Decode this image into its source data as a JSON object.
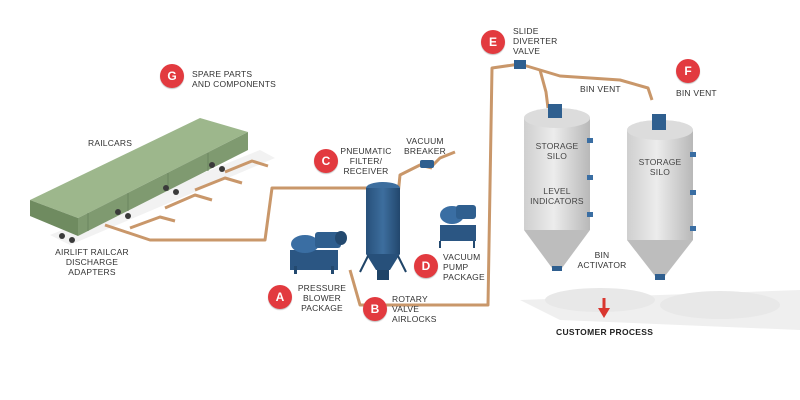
{
  "colors": {
    "pipe": "#c9976a",
    "badge": "#e23a3f",
    "equipment_blue": "#2f5f8f",
    "silo": "#d9d9d9",
    "railcar": "#8aa37a",
    "arrow": "#d9362f"
  },
  "components": {
    "a": {
      "letter": "A",
      "label": "PRESSURE\nBLOWER\nPACKAGE"
    },
    "b": {
      "letter": "B",
      "label": "ROTARY\nVALVE\nAIRLOCKS"
    },
    "c": {
      "letter": "C",
      "label": "PNEUMATIC\nFILTER/\nRECEIVER"
    },
    "d": {
      "letter": "D",
      "label": "VACUUM\nPUMP\nPACKAGE"
    },
    "e": {
      "letter": "E",
      "label": "SLIDE\nDIVERTER\nVALVE"
    },
    "f": {
      "letter": "F",
      "label": "BIN VENT"
    },
    "g": {
      "letter": "G",
      "label": "SPARE PARTS\nAND COMPONENTS"
    }
  },
  "labels": {
    "railcars": "RAILCARS",
    "airlift": "AIRLIFT RAILCAR\nDISCHARGE\nADAPTERS",
    "vacuum_breaker": "VACUUM\nBREAKER",
    "bin_vent_left": "BIN VENT",
    "silo_left": "STORAGE\nSILO",
    "level_indicators": "LEVEL\nINDICATORS",
    "silo_right": "STORAGE\nSILO",
    "bin_activator": "BIN\nACTIVATOR",
    "customer_process": "CUSTOMER PROCESS"
  }
}
